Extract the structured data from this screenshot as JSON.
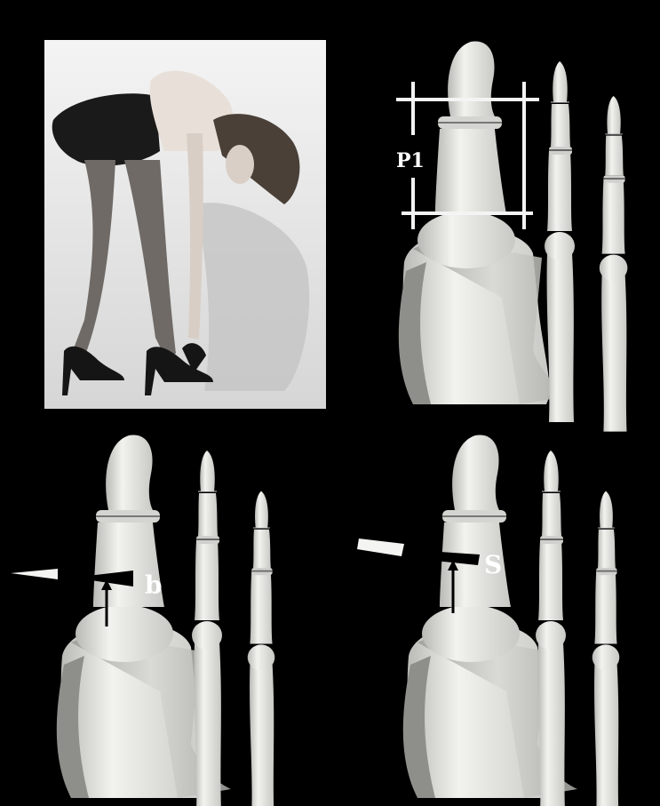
{
  "figure": {
    "background": "#000000",
    "bone_color": "#e6e6e2",
    "panels": [
      {
        "id": "photo",
        "content": "woman-in-high-heels-photo"
      },
      {
        "id": "anatomy-reference",
        "label": "P1"
      },
      {
        "id": "wedge-base",
        "label": "b"
      },
      {
        "id": "wedge-subcapital",
        "label": "S"
      }
    ]
  }
}
